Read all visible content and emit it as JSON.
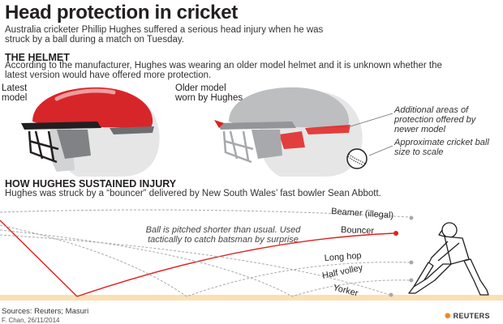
{
  "title": "Head protection in cricket",
  "intro": "Australia cricketer Phillip Hughes suffered a serious head injury when he was struck by a ball during a match on Tuesday.",
  "helmet": {
    "heading": "THE HELMET",
    "description": "According to the manufacturer, Hughes was wearing an older model helmet and it is unknown whether the latest version would have offered more protection.",
    "latest_label": "Latest model",
    "older_label": "Older model worn by Hughes",
    "note_areas": "Additional areas of protection offered by newer model",
    "note_ball": "Approximate cricket ball size to scale"
  },
  "injury": {
    "heading": "HOW HUGHES SUSTAINED INJURY",
    "description": "Hughes was struck by a “bouncer” delivered by New South Wales’ fast bowler Sean Abbott.",
    "callout": "Ball is pitched shorter than usual. Used tactically to catch batsman by surprise",
    "trajectories": [
      "Beamer (illegal)",
      "Bouncer",
      "Long hop",
      "Half volley",
      "Yorker"
    ]
  },
  "footer": {
    "sources": "Sources: Reuters; Masuri",
    "credit": "F. Chan, 26/11/2014",
    "logo": "REUTERS"
  },
  "colors": {
    "helmet_red": "#d7262a",
    "accent_red": "#e0201e",
    "grey": "#a7a9ac",
    "pitch": "#fbe0b3"
  }
}
